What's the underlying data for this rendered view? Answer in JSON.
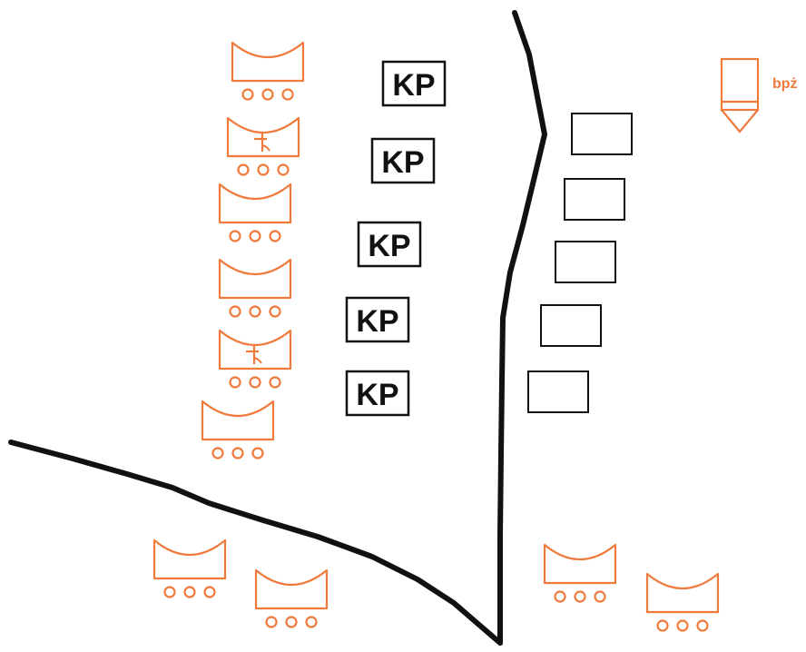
{
  "colors": {
    "unit": "#F07A3C",
    "line": "#111111"
  },
  "kp_label": "KP",
  "observation_post": {
    "label": "bpż",
    "icon": "crescent-moon-icon"
  },
  "counts": {
    "kp_boxes": 5,
    "empty_boxes": 5,
    "unit_symbols_left_column": 6,
    "unit_symbols_bottom": 4
  }
}
